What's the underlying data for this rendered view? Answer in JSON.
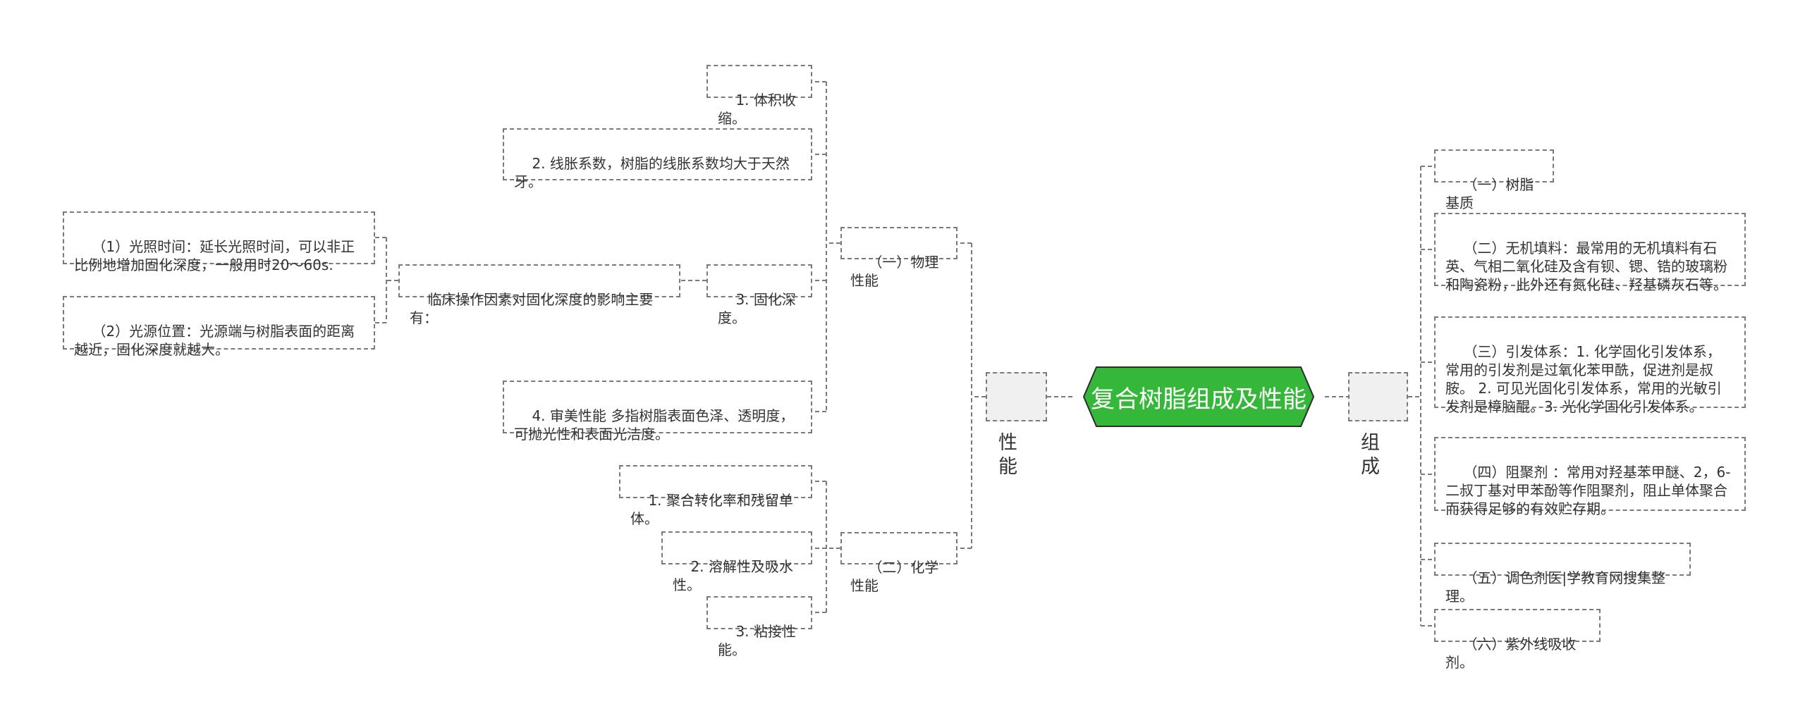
{
  "root": {
    "label": "复合树脂组成及性能",
    "color": "#35b83a",
    "border": "#2d2d2d"
  },
  "left_branch": {
    "label": "性能",
    "physical": {
      "label": "（一）物理性能",
      "items": [
        "1. 体积收缩。",
        "2. 线胀系数，树脂的线胀系数均大于天然牙。",
        "3. 固化深度。",
        "4. 审美性能 多指树脂表面色泽、透明度，可抛光性和表面光洁度。"
      ],
      "depth_detail": {
        "label": "临床操作因素对固化深度的影响主要有：",
        "items": [
          "（1）光照时间：延长光照时间，可以非正比例地增加固化深度，一般用时20～60s.",
          "（2）光源位置：光源端与树脂表面的距离越近，固化深度就越大。"
        ]
      }
    },
    "chemical": {
      "label": "（二）化学性能",
      "items": [
        "1. 聚合转化率和残留单体。",
        "2. 溶解性及吸水性。",
        "3. 粘接性能。"
      ]
    }
  },
  "right_branch": {
    "label": "组成",
    "items": [
      "（一）树脂基质",
      "（二）无机填料：最常用的无机填料有石英、气相二氧化硅及含有钡、锶、锆的玻璃粉和陶瓷粉，此外还有氮化硅、羟基磷灰石等。",
      "（三）引发体系：1. 化学固化引发体系，常用的引发剂是过氧化苯甲酰，促进剂是叔胺。 2. 可见光固化引发体系，常用的光敏引发剂是樟脑醌。3. 光化学固化引发体系。",
      "（四）阻聚剂 ：常用对羟基苯甲醚、2，6-二叔丁基对甲苯酚等作阻聚剂，阻止单体聚合而获得足够的有效贮存期。",
      "（五）调色剂医|学教育网搜集整理。",
      "（六）紫外线吸收剂。"
    ]
  }
}
